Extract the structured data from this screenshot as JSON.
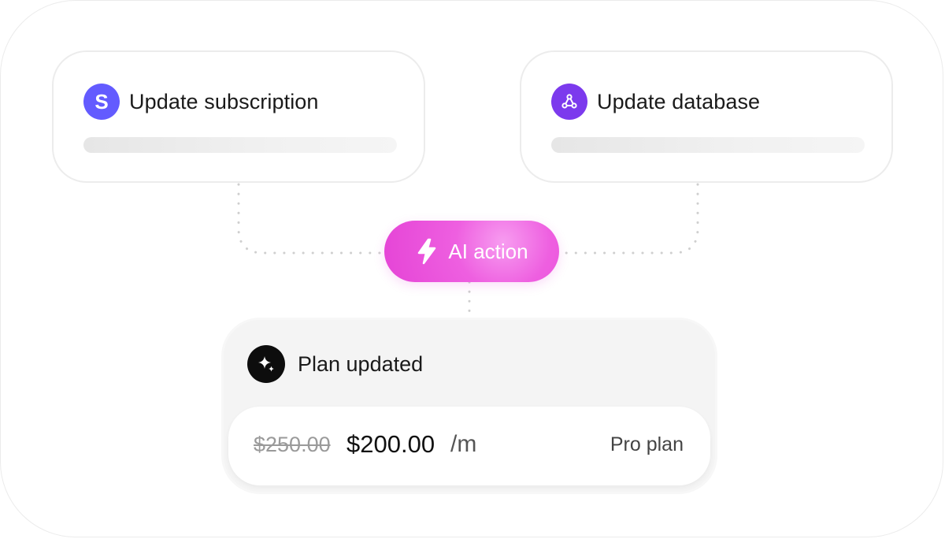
{
  "cards": {
    "subscription": {
      "badge_letter": "S",
      "title": "Update subscription",
      "badge_color": "#635bff"
    },
    "database": {
      "title": "Update database",
      "icon": "webhook-icon",
      "badge_color": "#7c3aed"
    }
  },
  "ai_action": {
    "label": "AI action",
    "icon": "lightning-icon",
    "color": "#e544d6"
  },
  "result": {
    "title": "Plan updated",
    "icon": "sparkle-icon",
    "old_price": "$250.00",
    "new_price": "$200.00",
    "period": "/m",
    "plan": "Pro plan"
  }
}
